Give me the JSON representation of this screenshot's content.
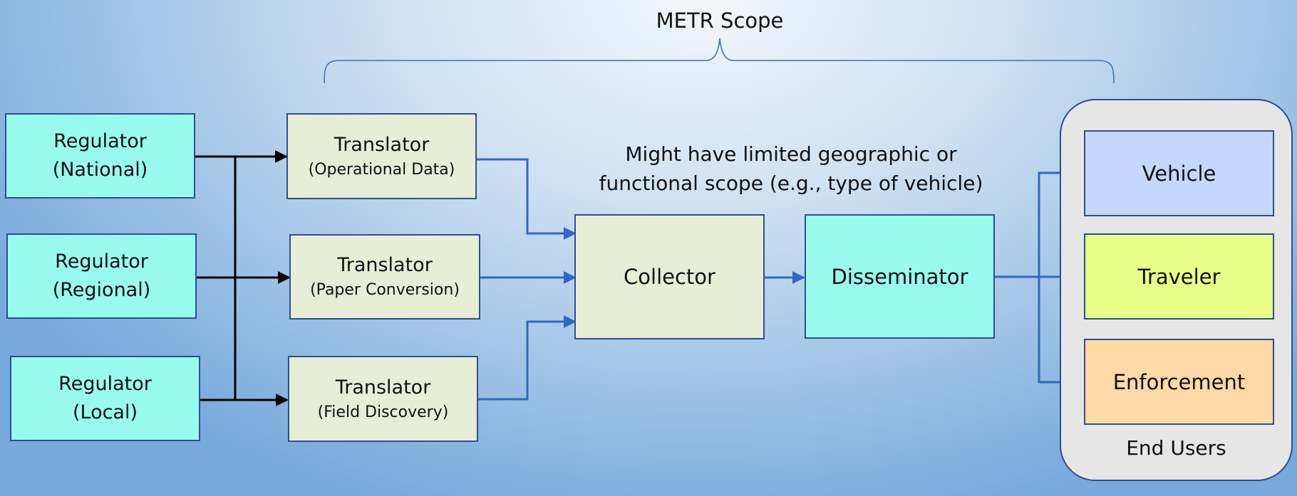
{
  "scope": {
    "title": "METR Scope"
  },
  "note": {
    "line1": "Might have limited geographic or",
    "line2": "functional scope (e.g., type of vehicle)"
  },
  "regulators": [
    {
      "line1": "Regulator",
      "line2": "(National)"
    },
    {
      "line1": "Regulator",
      "line2": "(Regional)"
    },
    {
      "line1": "Regulator",
      "line2": "(Local)"
    }
  ],
  "translators": [
    {
      "line1": "Translator",
      "line2": "(Operational Data)"
    },
    {
      "line1": "Translator",
      "line2": "(Paper Conversion)"
    },
    {
      "line1": "Translator",
      "line2": "(Field Discovery)"
    }
  ],
  "collector": {
    "label": "Collector"
  },
  "disseminator": {
    "label": "Disseminator"
  },
  "end_users": {
    "label": "End Users",
    "items": [
      "Vehicle",
      "Traveler",
      "Enforcement"
    ]
  },
  "colors": {
    "regulator_fill": "#98fbee",
    "translator_fill": "#e6efd6",
    "vehicle_fill": "#c5d7ff",
    "traveler_fill": "#eaff87",
    "enforcement_fill": "#ffd9a6",
    "black_arrow": "#000000",
    "blue_arrow": "#3366c4"
  }
}
